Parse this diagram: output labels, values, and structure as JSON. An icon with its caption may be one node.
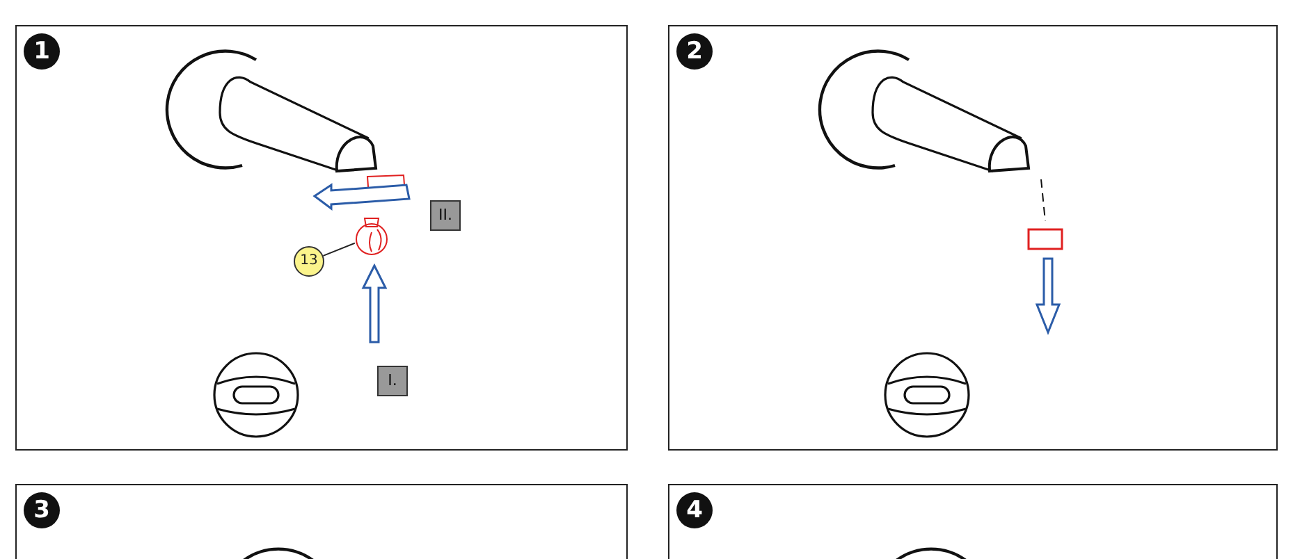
{
  "diagram": {
    "nodes": [
      {
        "text": [
          "1"
        ]
      },
      {
        "text": [
          "13"
        ],
        "in": 0
      },
      {
        "text": [],
        "shape": "picture",
        "in": 0
      },
      {
        "text": [
          "2"
        ]
      },
      {
        "text": [
          "3"
        ]
      },
      {
        "text": [
          "4"
        ]
      }
    ],
    "edges": [
      {
        "from": 1,
        "to": 2,
        "arrow": "none"
      }
    ],
    "labels": [
      "II.",
      "I."
    ]
  }
}
